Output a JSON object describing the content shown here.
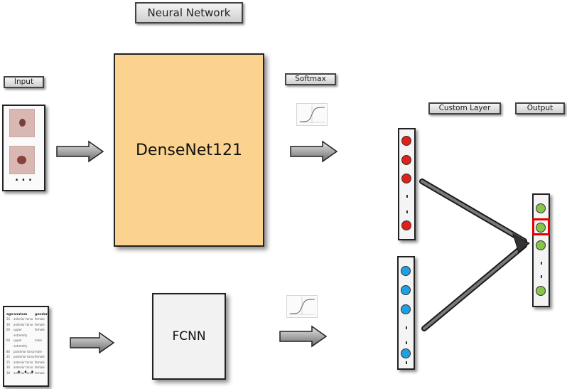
{
  "labels": {
    "neural_network": "Neural Network",
    "input": "Input",
    "softmax": "Softmax",
    "custom_layer": "Custom Layer",
    "output": "Output"
  },
  "blocks": {
    "densenet": "DenseNet121",
    "fcnn": "FCNN"
  },
  "ellipsis": "...",
  "metadata_table": {
    "headers": [
      "age",
      "anatom",
      "gender"
    ],
    "rows": [
      [
        "55",
        "anterior torso",
        "female"
      ],
      [
        "30",
        "anterior torso",
        "female"
      ],
      [
        "60",
        "upper extremity",
        "female"
      ],
      [
        "60",
        "upper extremity",
        "male"
      ],
      [
        "80",
        "posterior torso",
        "male"
      ],
      [
        "25",
        "posterior torso",
        "female"
      ],
      [
        "25",
        "anterior torso",
        "female"
      ],
      [
        "30",
        "anterior torso",
        "female"
      ],
      [
        "30",
        "anterior torso",
        "female"
      ]
    ]
  },
  "colors": {
    "densenet_fill": "#fbd28e",
    "node_red": "#e0201a",
    "node_blue": "#1ea1e3",
    "node_green": "#88c34a",
    "highlight": "#e00000"
  }
}
